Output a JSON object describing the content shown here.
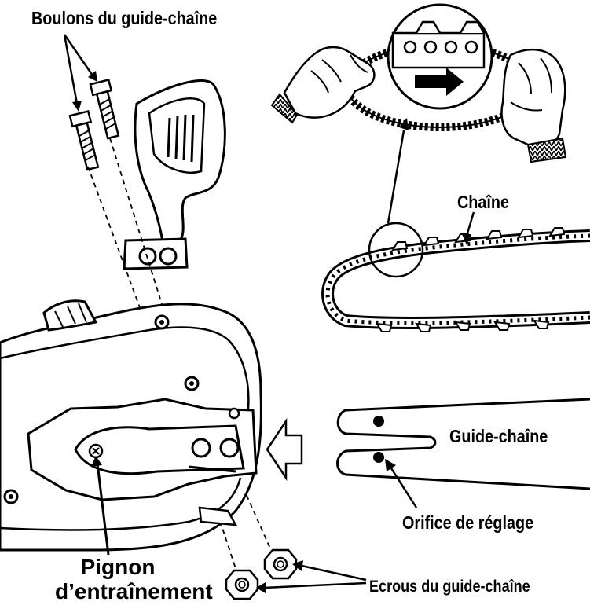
{
  "labels": {
    "bolts": "Boulons du guide-chaîne",
    "chain": "Chaîne",
    "bar": "Guide-chaîne",
    "adjust_hole": "Orifice de réglage",
    "nuts": "Ecrous du guide-chaîne",
    "sprocket_line1": "Pignon",
    "sprocket_line2": "d’entraînement"
  },
  "colors": {
    "ink": "#000000",
    "paper": "#ffffff",
    "glove_shade": "#555555"
  }
}
